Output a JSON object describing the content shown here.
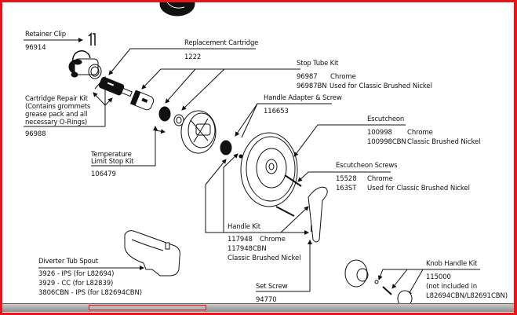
{
  "title": "Shower valve exploded parts diagram",
  "parts": {
    "retainer_clip": {
      "name": "Retainer Clip",
      "number": "96914"
    },
    "replacement_cartridge": {
      "name": "Replacement Cartridge",
      "number": "1222"
    },
    "cartridge_repair_kit": {
      "name": "Cartridge Repair Kit",
      "desc_lines": [
        "(Contains grommets",
        "grease pack and all",
        "necessary O-Rings)"
      ],
      "number": "96988"
    },
    "stop_tube_kit": {
      "name": "Stop Tube Kit",
      "rows": [
        {
          "number": "96987",
          "finish": "Chrome"
        },
        {
          "number": "96987BN",
          "finish": "Used for Classic Brushed Nickel"
        }
      ]
    },
    "handle_adapter": {
      "name": "Handle Adapter & Screw",
      "number": "116653"
    },
    "escutcheon": {
      "name": "Escutcheon",
      "rows": [
        {
          "number": "100998",
          "finish": "Chrome"
        },
        {
          "number": "100998CBN",
          "finish": "Classic Brushed Nickel"
        }
      ]
    },
    "temp_limit_stop": {
      "name_line1": "Temperature",
      "name_line2": "Limit Stop Kit",
      "number": "106479"
    },
    "escutcheon_screws": {
      "name": "Escutcheon Screws",
      "rows": [
        {
          "number": "15528",
          "finish": "Chrome"
        },
        {
          "number": "163ST",
          "finish": "Used for Classic Brushed Nickel"
        }
      ]
    },
    "handle_kit": {
      "name": "Handle Kit",
      "number1": "117948",
      "finish1": "Chrome",
      "number2": "117948CBN",
      "finish2": "Classic Brushed Nickel"
    },
    "diverter_tub_spout": {
      "name": "Diverter Tub Spout",
      "lines": [
        "3926 - IPS (for L82694)",
        "3929 - CC (for L82839)",
        "3806CBN - IPS (for L82694CBN)"
      ]
    },
    "set_screw": {
      "name": "Set Screw",
      "number": "94770"
    },
    "knob_handle_kit": {
      "name": "Knob Handle Kit",
      "number": "115000",
      "note_lines": [
        "(not included in",
        "L82694CBN/L82691CBN)"
      ]
    }
  },
  "colors": {
    "frame": "#e8141b",
    "ink": "#111111"
  }
}
